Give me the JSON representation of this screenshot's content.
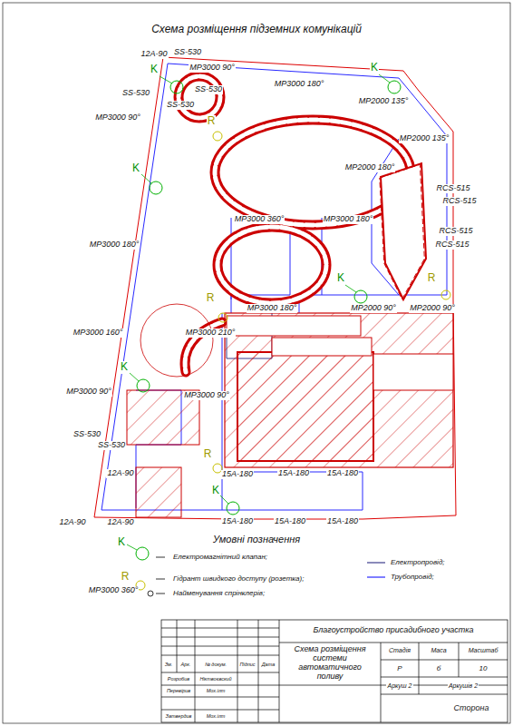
{
  "diagram": {
    "title": "Схема розміщення підземних комунікацій",
    "labels": [
      "12A-90",
      "SS-530",
      "MP3000 90°",
      "SS-530",
      "SS-530",
      "SS-530",
      "MP3000 90°",
      "MP3000 180°",
      "MP2000 135°",
      "MP2000 135°",
      "MP2000 180°",
      "RCS-515",
      "RCS-515",
      "RCS-515",
      "RCS-515",
      "MP3000 360°",
      "MP3000 180°",
      "MP3000 180°",
      "MP3000 180°",
      "MP2000 90°",
      "MP2000 90°",
      "MP3000 160°",
      "MP3000 210°",
      "MP3000 90°",
      "MP3000 90°",
      "SS-530",
      "SS-530",
      "12A-90",
      "15A-180",
      "15A-180",
      "15A-180",
      "12A-90",
      "12A-90",
      "15A-180",
      "15A-180",
      "15A-180",
      "K",
      "K",
      "K",
      "K",
      "K",
      "K",
      "R",
      "R",
      "R",
      "R",
      "Умовні позначення",
      "K",
      "R",
      "MP3000 360°",
      "Благоустройство присадибного участка",
      "Схема розміщення системи автоматичного поливу",
      "Стадія",
      "Маса",
      "Масштаб",
      "Р",
      "б",
      "10",
      "Аркуш 2",
      "Аркушів 2",
      "Зм.",
      "Арк.",
      "№ докум.",
      "Підпис",
      "Дата",
      "Розробив",
      "Ніктвоєвский",
      "Перевірив",
      "Мох.ілт",
      "Затвердив",
      "Мох.ілт",
      "Сторона"
    ],
    "legend": [
      {
        "text": "Електромагнітний клапан;"
      },
      {
        "text": "Гідрант швидкого доступу (розетка);"
      },
      {
        "text": "Найменування спрінклерів;"
      },
      {
        "text": "Електропровід;"
      },
      {
        "text": "Трубопровід;"
      }
    ]
  }
}
